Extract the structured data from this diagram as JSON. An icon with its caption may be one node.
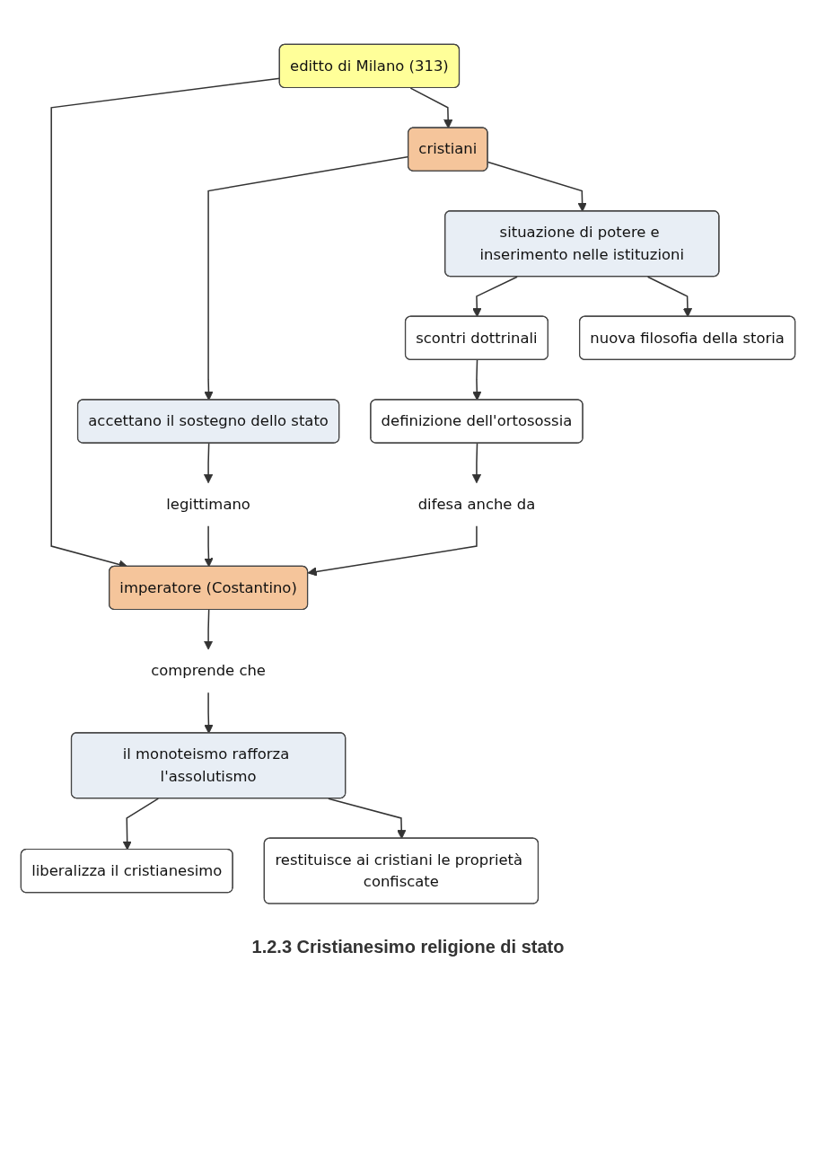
{
  "diagram": {
    "caption": "1.2.3 Cristianesimo religione di stato",
    "nodes": [
      {
        "text": [
          "liberalizza il cristianesimo"
        ]
      },
      {
        "text": [
          "il monoteismo rafforza l'assolutismo"
        ]
      },
      {
        "text": [
          "restituisce ai cristiani le proprietà confiscate"
        ]
      },
      {
        "text": [
          "comprende che"
        ]
      },
      {
        "text": [
          "imperatore (Costantino)"
        ]
      },
      {
        "text": [
          "editto di Milano (313)"
        ]
      },
      {
        "text": [
          "legittimano"
        ]
      },
      {
        "text": [
          "difesa anche da"
        ]
      },
      {
        "text": [
          "accettano il sostegno dello stato"
        ]
      },
      {
        "text": [
          "cristiani"
        ]
      },
      {
        "text": [
          "scontri dottrinali"
        ]
      },
      {
        "text": [
          "situazione di potere e inserimento nelle istituzioni"
        ]
      },
      {
        "text": [
          "definizione dell'ortosossia"
        ]
      },
      {
        "text": [
          "nuova filosofia della storia"
        ]
      }
    ],
    "edges": [
      {
        "from": 1,
        "to": 0,
        "arrow": "to"
      },
      {
        "from": 1,
        "to": 2,
        "arrow": "to"
      },
      {
        "from": 4,
        "to": 3,
        "arrow": "to"
      },
      {
        "from": 3,
        "to": 1,
        "arrow": "to"
      },
      {
        "from": 5,
        "to": 4,
        "arrow": "to"
      },
      {
        "from": 5,
        "to": 9,
        "arrow": "to"
      },
      {
        "from": 8,
        "to": 6,
        "arrow": "to"
      },
      {
        "from": 6,
        "to": 4,
        "arrow": "to"
      },
      {
        "from": 12,
        "to": 7,
        "arrow": "to"
      },
      {
        "from": 7,
        "to": 4,
        "arrow": "to"
      },
      {
        "from": 9,
        "to": 8,
        "arrow": "to"
      },
      {
        "from": 9,
        "to": 11,
        "arrow": "to"
      },
      {
        "from": 11,
        "to": 10,
        "arrow": "to"
      },
      {
        "from": 11,
        "to": 13,
        "arrow": "to"
      },
      {
        "from": 10,
        "to": 12,
        "arrow": "to"
      }
    ]
  }
}
